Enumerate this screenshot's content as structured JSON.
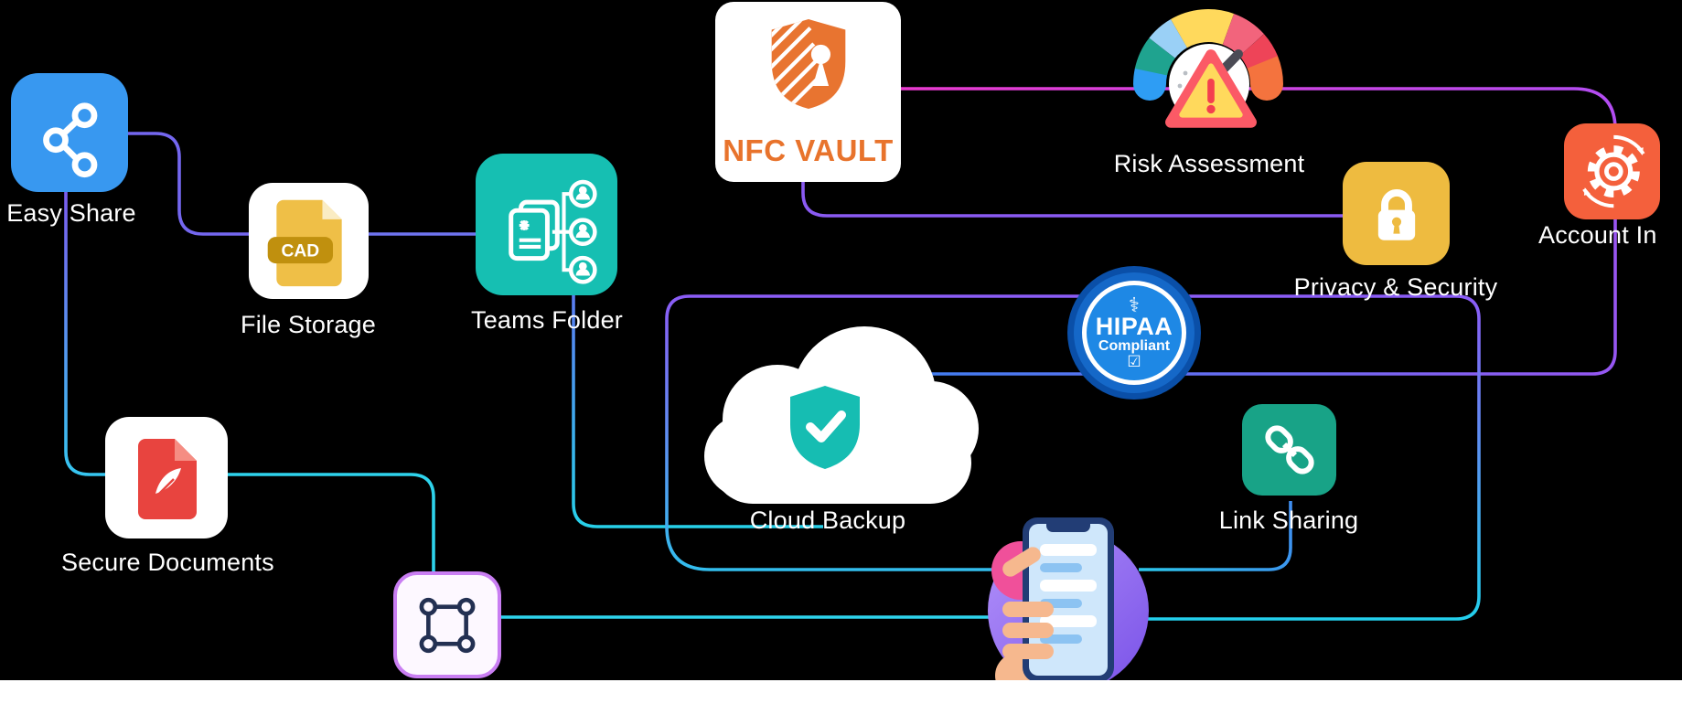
{
  "page": {
    "background": "#000000",
    "footer_background": "#ffffff"
  },
  "nodes": {
    "easy_share": {
      "label": "Easy Share",
      "tile_color": "#3898f0"
    },
    "file_storage": {
      "label": "File Storage",
      "badge": "CAD",
      "doc_color": "#efbf47"
    },
    "teams_folder": {
      "label": "Teams Folder",
      "tile_color": "#16bfb2"
    },
    "nfc_vault": {
      "label": "NFC VAULT",
      "shield_color": "#e87430"
    },
    "risk_assessment": {
      "label": "Risk Assessment"
    },
    "privacy_security": {
      "label": "Privacy & Security",
      "tile_color": "#eebb40"
    },
    "account": {
      "label": "Account In",
      "tile_color": "#f4603c"
    },
    "hipaa": {
      "title": "HIPAA",
      "subtitle": "Compliant",
      "badge_color": "#0a4fa8"
    },
    "cloud_backup": {
      "label": "Cloud Backup",
      "shield_color": "#16bdb2"
    },
    "link_sharing": {
      "label": "Link Sharing",
      "tile_color": "#18a387"
    },
    "secure_documents": {
      "label": "Secure Documents",
      "doc_color": "#e8443f"
    },
    "vector_square": {
      "border_color": "#c97ef2"
    }
  },
  "wires": {
    "purple": "#8a5af2",
    "violet": "#7467ef",
    "magenta": "#ea3bd0",
    "blue": "#3f7ef0",
    "cyan": "#2ed3ec"
  }
}
